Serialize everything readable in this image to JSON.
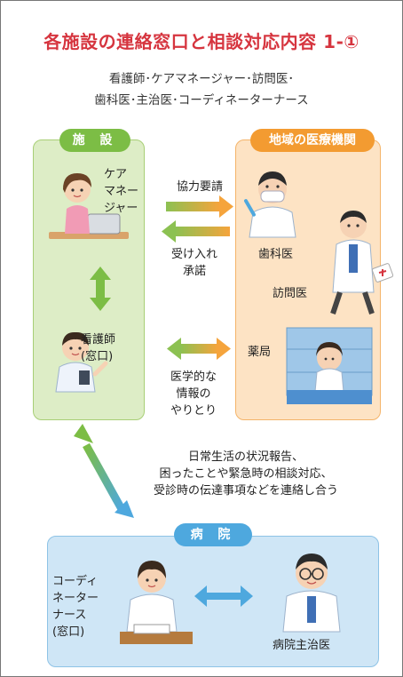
{
  "title": "各施設の連絡窓口と相談対応内容 1-①",
  "subtitle_lines": [
    "看護師･ケアマネージャー･訪問医･",
    "歯科医･主治医･コーディネーターナース"
  ],
  "facility": {
    "pill": "施 設",
    "care_manager": [
      "ケア",
      "マネー",
      "ジャー"
    ],
    "nurse": [
      "看護師",
      "(窓口)"
    ]
  },
  "regional": {
    "pill": "地域の医療機関",
    "dentist": "歯科医",
    "visiting_doctor": "訪問医",
    "pharmacy": "薬局"
  },
  "arrows": {
    "request": "協力要請",
    "accept": [
      "受け入れ",
      "承諾"
    ],
    "medical_info": [
      "医学的な",
      "情報の",
      "やりとり"
    ]
  },
  "hospital_note": [
    "日常生活の状況報告、",
    "困ったことや緊急時の相談対応、",
    "受診時の伝達事項などを連絡し合う"
  ],
  "hospital": {
    "pill": "病 院",
    "coordinator": [
      "コーディ",
      "ネーター",
      "ナース",
      "(窓口)"
    ],
    "attending": "病院主治医"
  },
  "colors": {
    "title": "#d6353f",
    "facility_green": "#7cbd45",
    "regional_orange": "#f39b31",
    "hospital_blue": "#4ea8de"
  }
}
